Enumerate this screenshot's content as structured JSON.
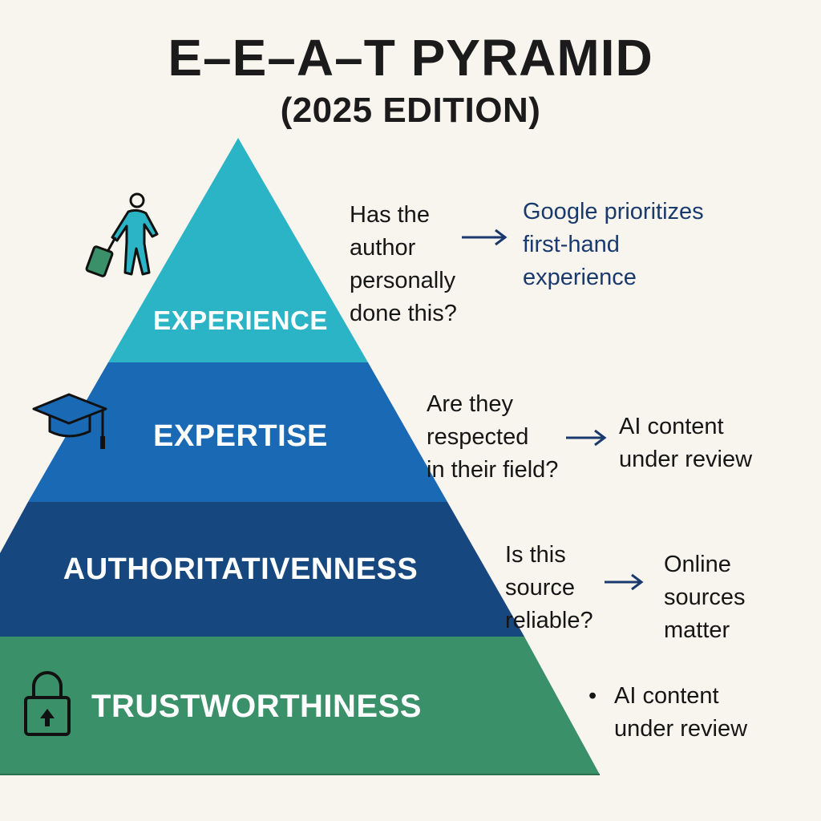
{
  "header": {
    "title": "E–E–A–T PYRAMID",
    "subtitle": "(2025 EDITION)"
  },
  "colors": {
    "background": "#f8f5ee",
    "experience": "#2bb3c6",
    "expertise": "#1a69b5",
    "authoritativeness": "#17477f",
    "trustworthiness": "#3a9068",
    "arrow": "#1a3a6e",
    "highlight_text": "#1a3a6e"
  },
  "tiers": [
    {
      "label": "EXPERIENCE",
      "icon": "traveler-with-suitcase-icon",
      "question": "Has the\nauthor\npersonally\n done this?",
      "note": "Google prioritizes\nfirst-hand\nexperience"
    },
    {
      "label": "EXPERTISE",
      "icon": "graduation-cap-icon",
      "question": "Are they\nrespected\n in their field?",
      "note": "AI content\nunder review"
    },
    {
      "label": "AUTHORITATIVENNESS",
      "icon": "",
      "question": "Is this\n source\n  reliable?",
      "note": "Online\nsources\nmatter"
    },
    {
      "label": "TRUSTWORTHINESS",
      "icon": "padlock-icon",
      "question": "",
      "note": "AI content\nunder review",
      "bullet": "•"
    }
  ],
  "arrow_glyph": "→"
}
